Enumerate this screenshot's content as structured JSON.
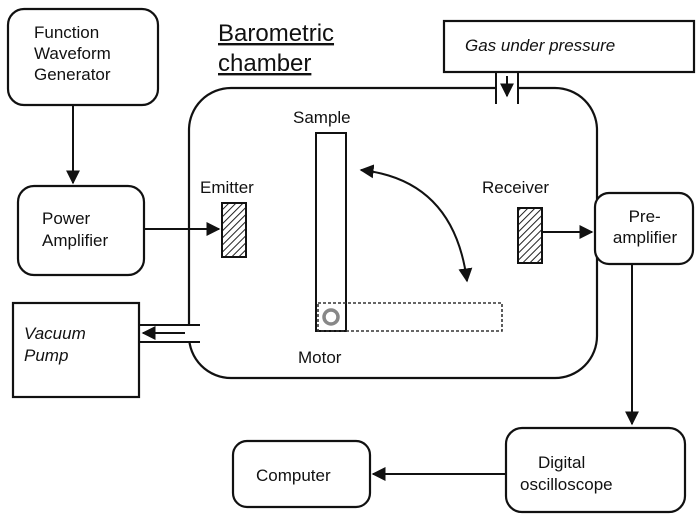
{
  "diagram": {
    "title_line1": "Barometric",
    "title_line2": "chamber",
    "blocks": {
      "function_generator": [
        "Function",
        "Waveform",
        "Generator"
      ],
      "power_amplifier": [
        "Power",
        "Amplifier"
      ],
      "vacuum_pump": [
        "Vacuum",
        "Pump"
      ],
      "gas_supply": "Gas under pressure",
      "preamplifier": [
        "Pre-",
        "amplifier"
      ],
      "digital_oscilloscope": [
        "Digital",
        "oscilloscope"
      ],
      "computer": "Computer"
    },
    "inner_labels": {
      "sample": "Sample",
      "emitter": "Emitter",
      "receiver": "Receiver",
      "motor": "Motor"
    }
  }
}
